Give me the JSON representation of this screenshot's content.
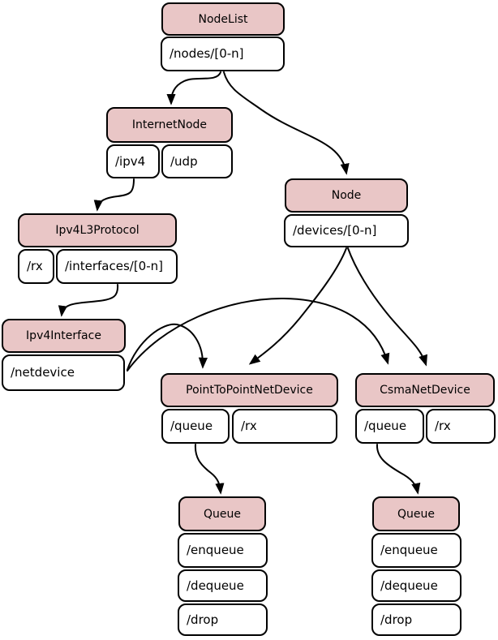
{
  "colors": {
    "header_fill": "#e9c6c6",
    "item_fill": "#ffffff",
    "border": "#000000",
    "edge": "#000000",
    "background": "#ffffff"
  },
  "nodes": [
    {
      "title": "NodeList",
      "items": [
        "/nodes/[0-n]"
      ]
    },
    {
      "title": "InternetNode",
      "items": [
        "/ipv4",
        "/udp"
      ]
    },
    {
      "title": "Node",
      "items": [
        "/devices/[0-n]"
      ]
    },
    {
      "title": "Ipv4L3Protocol",
      "items": [
        "/rx",
        "/interfaces/[0-n]"
      ]
    },
    {
      "title": "Ipv4Interface",
      "items": [
        "/netdevice"
      ]
    },
    {
      "title": "PointToPointNetDevice",
      "items": [
        "/queue",
        "/rx"
      ]
    },
    {
      "title": "CsmaNetDevice",
      "items": [
        "/queue",
        "/rx"
      ]
    },
    {
      "title": "Queue",
      "items": [
        "/enqueue",
        "/dequeue",
        "/drop"
      ]
    },
    {
      "title": "Queue",
      "items": [
        "/enqueue",
        "/dequeue",
        "/drop"
      ]
    }
  ],
  "edges": [
    {
      "from": "NodeList:/nodes/[0-n]",
      "to": "InternetNode"
    },
    {
      "from": "NodeList:/nodes/[0-n]",
      "to": "Node"
    },
    {
      "from": "InternetNode:/ipv4",
      "to": "Ipv4L3Protocol"
    },
    {
      "from": "Ipv4L3Protocol:/interfaces/[0-n]",
      "to": "Ipv4Interface"
    },
    {
      "from": "Ipv4Interface:/netdevice",
      "to": "PointToPointNetDevice"
    },
    {
      "from": "Ipv4Interface:/netdevice",
      "to": "CsmaNetDevice"
    },
    {
      "from": "Node:/devices/[0-n]",
      "to": "PointToPointNetDevice"
    },
    {
      "from": "Node:/devices/[0-n]",
      "to": "CsmaNetDevice"
    },
    {
      "from": "PointToPointNetDevice:/queue",
      "to": "Queue (left)"
    },
    {
      "from": "CsmaNetDevice:/queue",
      "to": "Queue (right)"
    }
  ]
}
